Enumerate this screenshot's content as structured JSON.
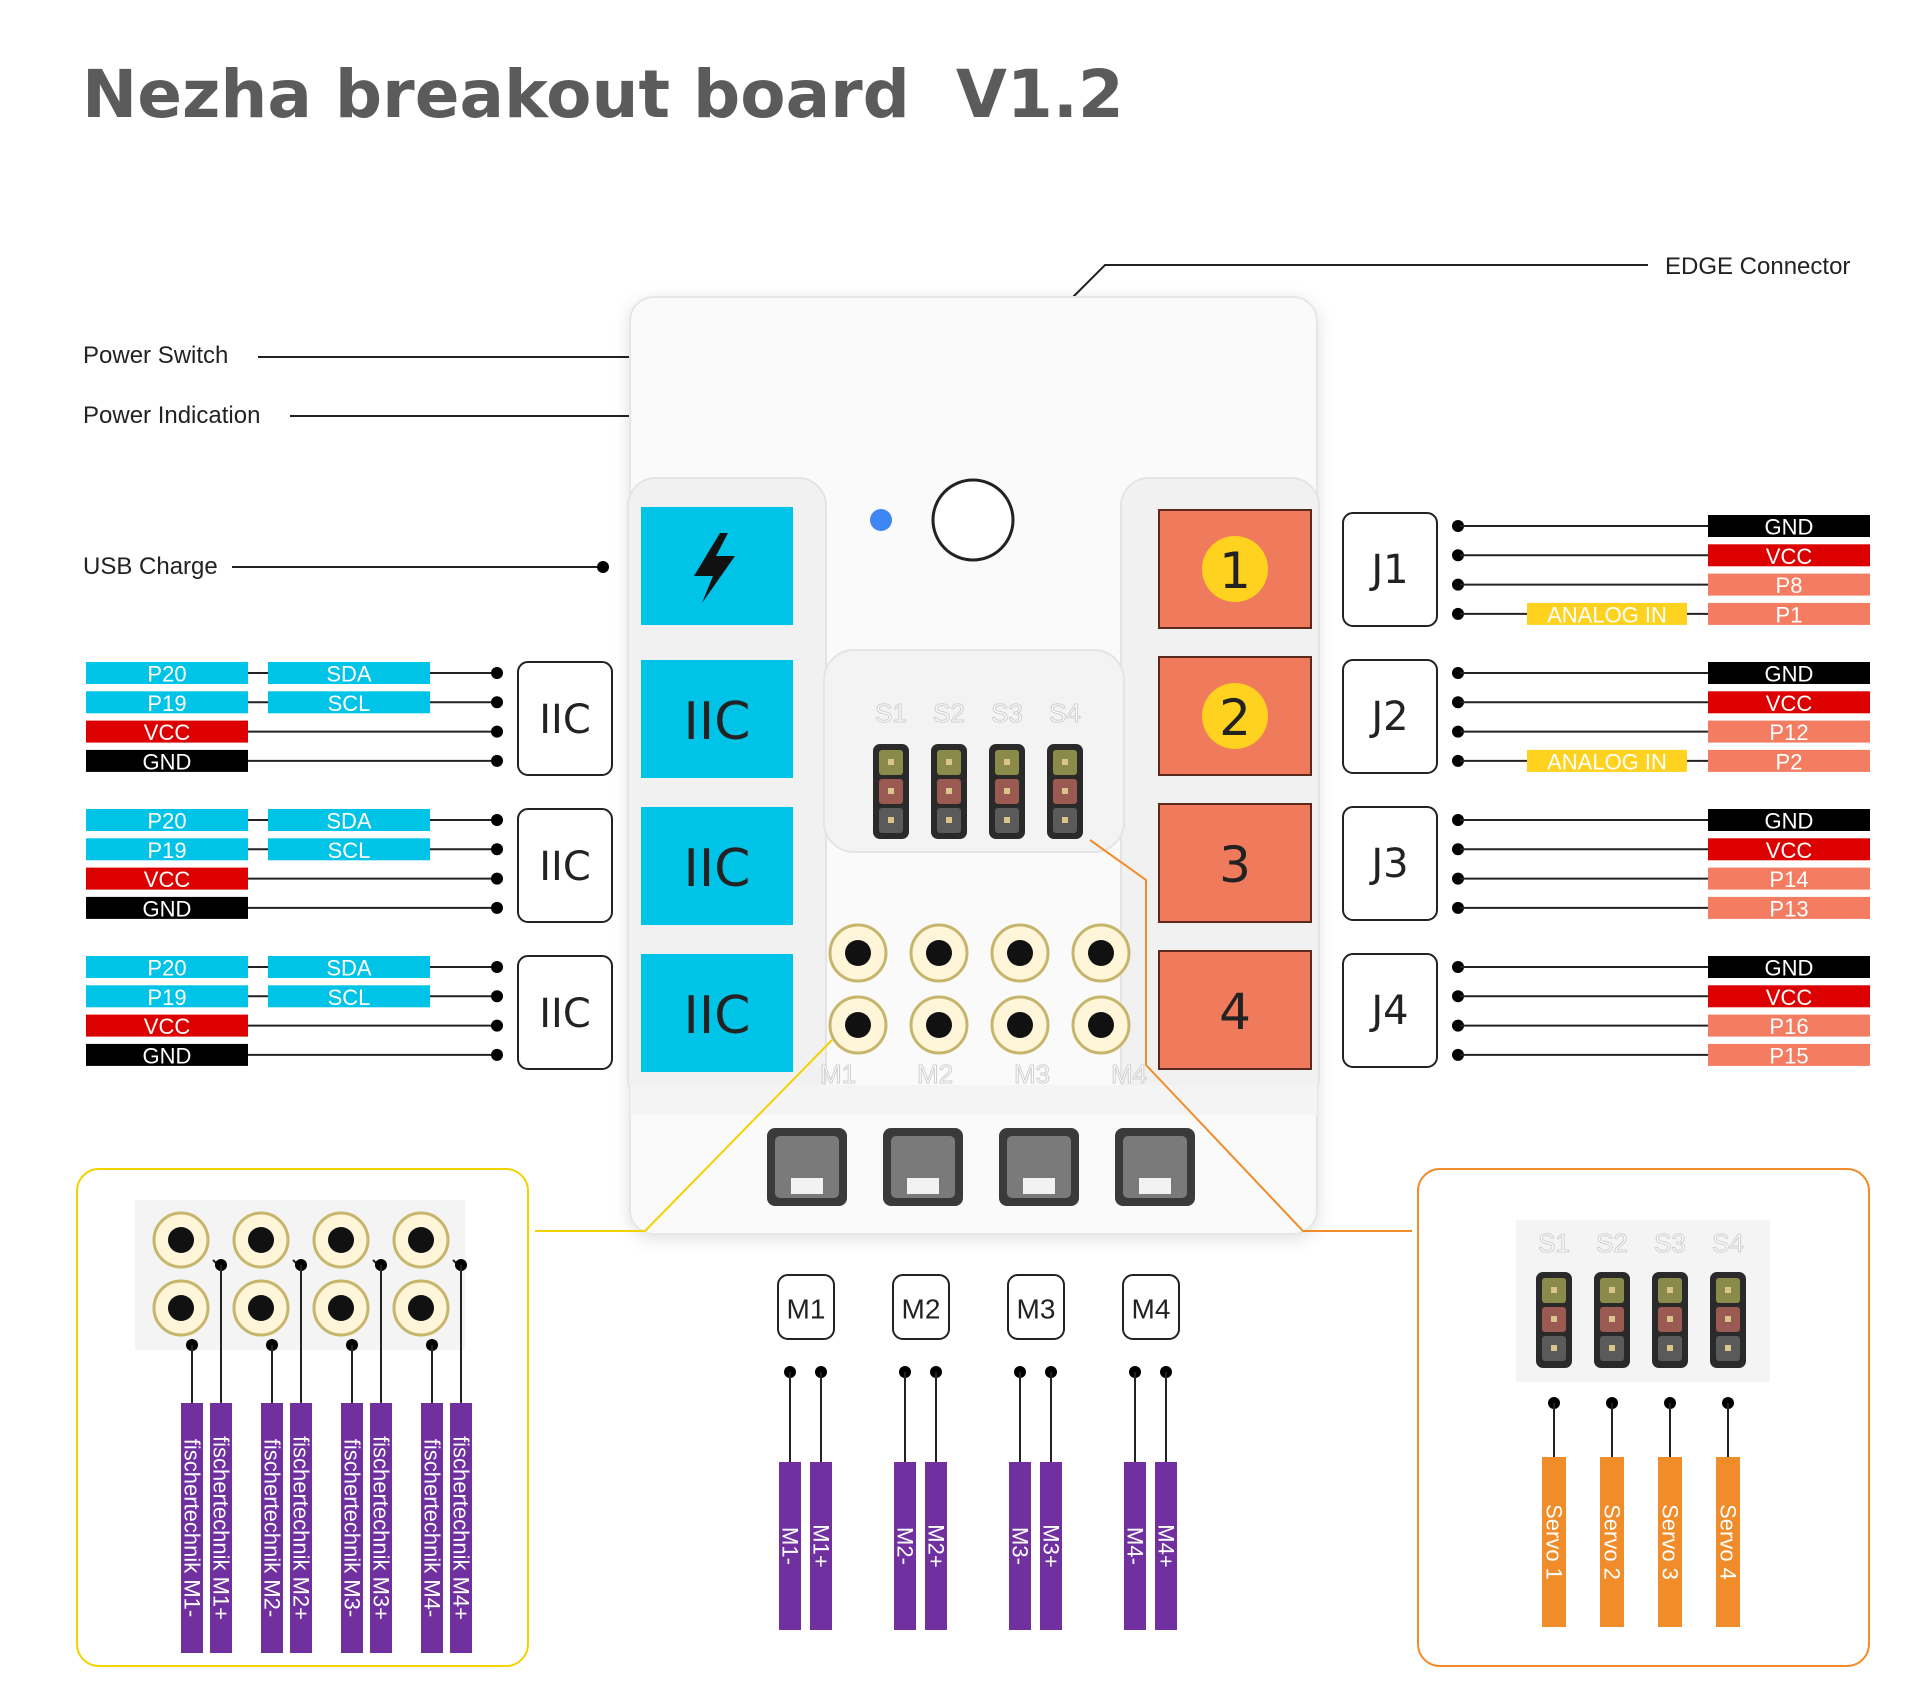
{
  "title": "Nezha breakout board  V1.2",
  "callouts": {
    "edge_connector": "EDGE Connector",
    "power_switch": "Power Switch",
    "power_indication": "Power Indication",
    "usb_charge": "USB Charge"
  },
  "colors": {
    "cyan": "#00c3e8",
    "orange_port": "#f07a5c",
    "red": "#dd0000",
    "black": "#000000",
    "salmon": "#f37c61",
    "yellow": "#ffd21f",
    "purple": "#7030a0",
    "servo_orange": "#f08c2a",
    "callout_yellow": "#f3d200",
    "callout_orange": "#f08c2a"
  },
  "left_ports": [
    {
      "port": "IIC",
      "block": "IIC",
      "pins": [
        "P20",
        "P19",
        "VCC",
        "GND"
      ],
      "functions": [
        "SDA",
        "SCL"
      ]
    },
    {
      "port": "IIC",
      "block": "IIC",
      "pins": [
        "P20",
        "P19",
        "VCC",
        "GND"
      ],
      "functions": [
        "SDA",
        "SCL"
      ]
    },
    {
      "port": "IIC",
      "block": "IIC",
      "pins": [
        "P20",
        "P19",
        "VCC",
        "GND"
      ],
      "functions": [
        "SDA",
        "SCL"
      ]
    }
  ],
  "right_ports": [
    {
      "port": "J1",
      "block": "1",
      "pins": [
        "GND",
        "VCC",
        "P8",
        "P1"
      ],
      "extra": "ANALOG IN"
    },
    {
      "port": "J2",
      "block": "2",
      "pins": [
        "GND",
        "VCC",
        "P12",
        "P2"
      ],
      "extra": "ANALOG IN"
    },
    {
      "port": "J3",
      "block": "3",
      "pins": [
        "GND",
        "VCC",
        "P14",
        "P13"
      ],
      "extra": ""
    },
    {
      "port": "J4",
      "block": "4",
      "pins": [
        "GND",
        "VCC",
        "P16",
        "P15"
      ],
      "extra": ""
    }
  ],
  "servo_labels": [
    "S1",
    "S2",
    "S3",
    "S4"
  ],
  "motor_labels": [
    "M1",
    "M2",
    "M3",
    "M4"
  ],
  "motors": [
    {
      "name": "M1",
      "pins": [
        "M1-",
        "M1+"
      ]
    },
    {
      "name": "M2",
      "pins": [
        "M2-",
        "M2+"
      ]
    },
    {
      "name": "M3",
      "pins": [
        "M3-",
        "M3+"
      ]
    },
    {
      "name": "M4",
      "pins": [
        "M4-",
        "M4+"
      ]
    }
  ],
  "fischertechnik": [
    "fischertechnik  M1-",
    "fischertechnik  M1+",
    "fischertechnik  M2-",
    "fischertechnik  M2+",
    "fischertechnik  M3-",
    "fischertechnik  M3+",
    "fischertechnik  M4-",
    "fischertechnik  M4+"
  ],
  "servo_detail": {
    "labels": [
      "S1",
      "S2",
      "S3",
      "S4"
    ],
    "outputs": [
      "Servo 1",
      "Servo 2",
      "Servo 3",
      "Servo 4"
    ]
  }
}
